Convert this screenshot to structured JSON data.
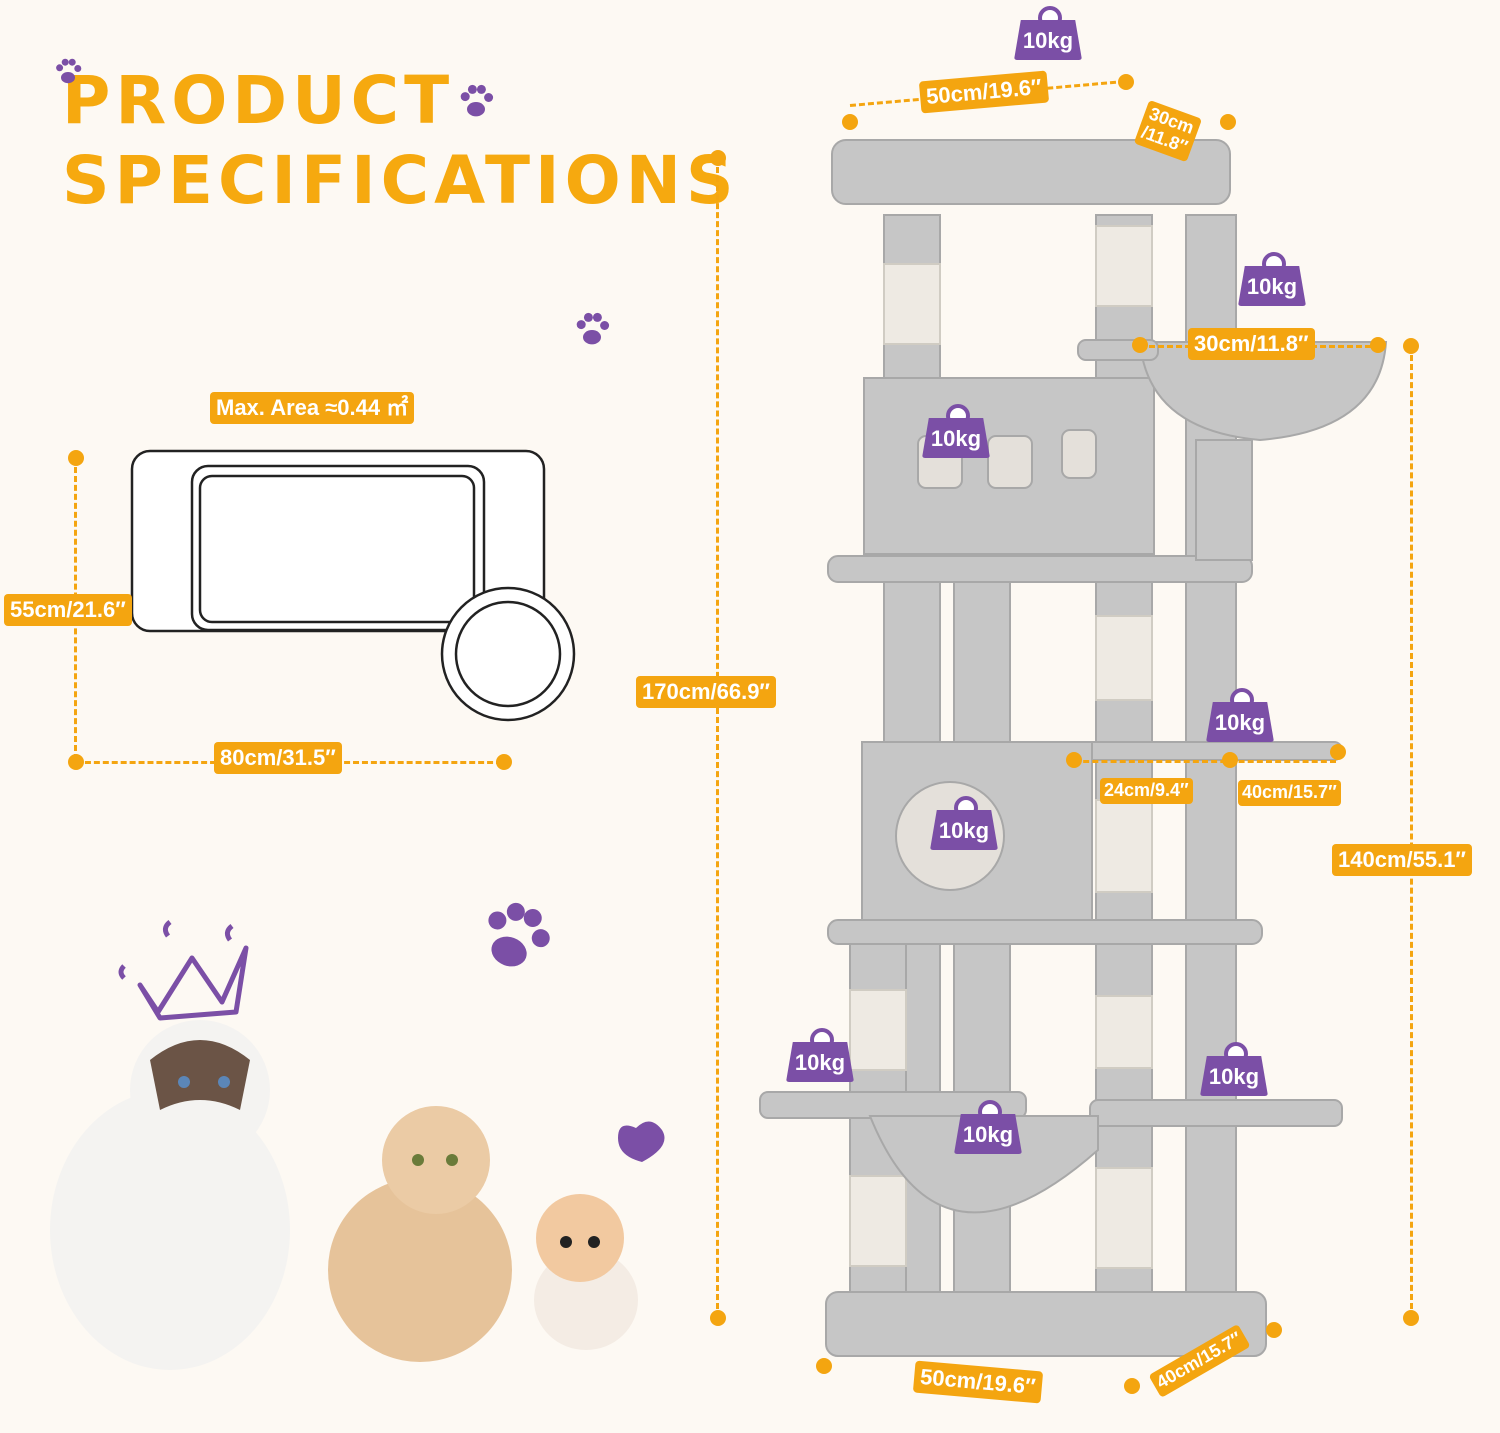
{
  "title": {
    "line1": "PRODUCT",
    "line2": "SPECIFICATIONS"
  },
  "footprint": {
    "area_label": "Max. Area ≈0.44 ㎡",
    "depth": "55cm/21.6″",
    "width": "80cm/31.5″"
  },
  "tree_dims": {
    "total_height": "170cm/66.9″",
    "platform_height": "140cm/55.1″",
    "top_width": "50cm/19.6″",
    "top_depth_line1": "30cm",
    "top_depth_line2": "/11.8″",
    "basket_diameter": "30cm/11.8″",
    "perch_depth": "24cm/9.4″",
    "perch_width": "40cm/15.7″",
    "base_width": "50cm/19.6″",
    "base_depth": "40cm/15.7″"
  },
  "load_capacity": "10kg",
  "colors": {
    "accent": "#f4a510",
    "purple": "#7b4fa6",
    "tree": "#c9c9c9",
    "background": "#fdf9f3"
  }
}
